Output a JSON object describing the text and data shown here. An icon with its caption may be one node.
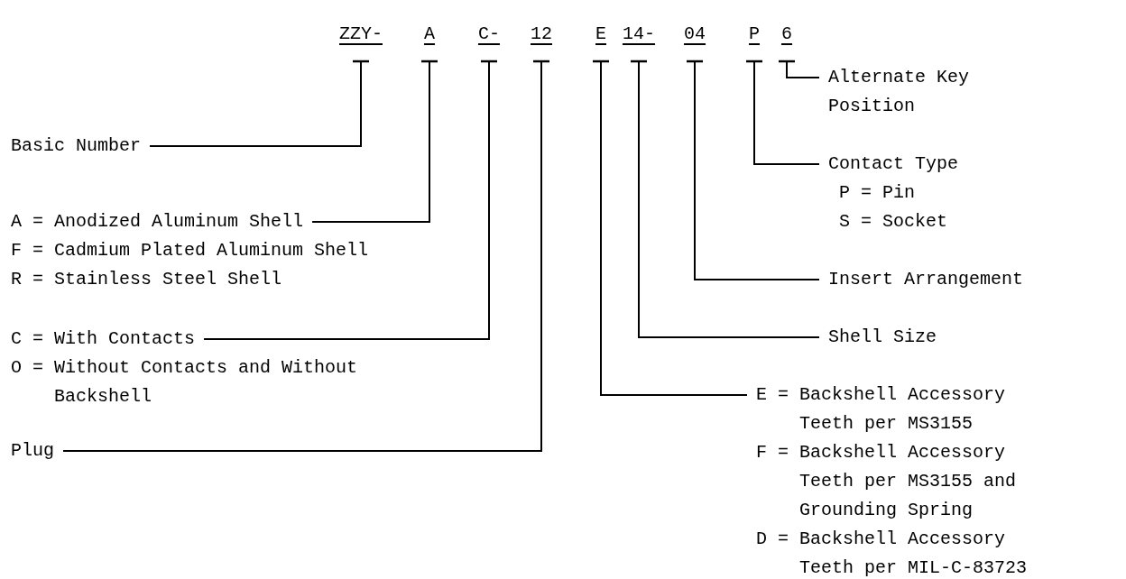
{
  "diagram": {
    "nodes": [
      {
        "text": [
          "ZZY-"
        ]
      },
      {
        "text": [
          "A"
        ]
      },
      {
        "text": [
          "C-"
        ]
      },
      {
        "text": [
          "12"
        ]
      },
      {
        "text": [
          "E"
        ]
      },
      {
        "text": [
          "14-"
        ]
      },
      {
        "text": [
          "04"
        ]
      },
      {
        "text": [
          "P"
        ]
      },
      {
        "text": [
          "6"
        ]
      },
      {
        "text": [
          "Alternate Key Position"
        ]
      },
      {
        "text": [
          "Basic Number"
        ]
      },
      {
        "text": [
          "Contact Type",
          "P = Pin",
          "S = Socket"
        ]
      },
      {
        "text": [
          "A = Anodized Aluminum Shell"
        ]
      },
      {
        "text": [
          "Insert Arrangement"
        ]
      },
      {
        "text": [
          "C = With Contacts"
        ]
      },
      {
        "text": [
          "Shell Size"
        ]
      },
      {
        "text": [
          "E = Backshell Accessory Teeth per MS3155",
          "F = Backshell Accessory Teeth per MS3155 and Grounding Spring",
          "D = Backshell Accessory Teeth per MIL-C-83723"
        ]
      },
      {
        "text": [
          "Plug"
        ]
      }
    ],
    "edges": [
      {
        "from": 0,
        "to": 10,
        "arrow": "other"
      },
      {
        "from": 1,
        "to": 12,
        "arrow": "other"
      },
      {
        "from": 2,
        "to": 14,
        "arrow": "other"
      },
      {
        "from": 3,
        "to": 17,
        "arrow": "other"
      },
      {
        "from": 4,
        "to": 16,
        "arrow": "other"
      },
      {
        "from": 5,
        "to": 15,
        "arrow": "other"
      },
      {
        "from": 6,
        "to": 13,
        "arrow": "other"
      },
      {
        "from": 7,
        "to": 11,
        "arrow": "other"
      },
      {
        "from": 8,
        "to": 9,
        "arrow": "other"
      }
    ],
    "labels": [
      "F = Cadmium Plated Aluminum Shell",
      "R = Stainless Steel Shell",
      "O = Without Contacts and Without Backshell"
    ]
  }
}
